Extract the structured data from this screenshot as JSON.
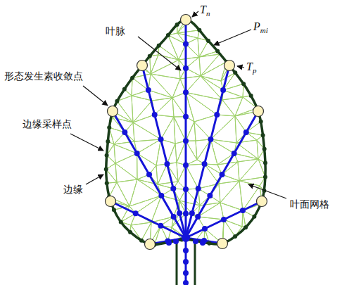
{
  "diagram": {
    "labels": [
      "Tn",
      "Pmi",
      "Tp",
      "叶脉",
      "形态发生素收敛点",
      "边缘采样点",
      "边缘",
      "叶面网格"
    ]
  }
}
